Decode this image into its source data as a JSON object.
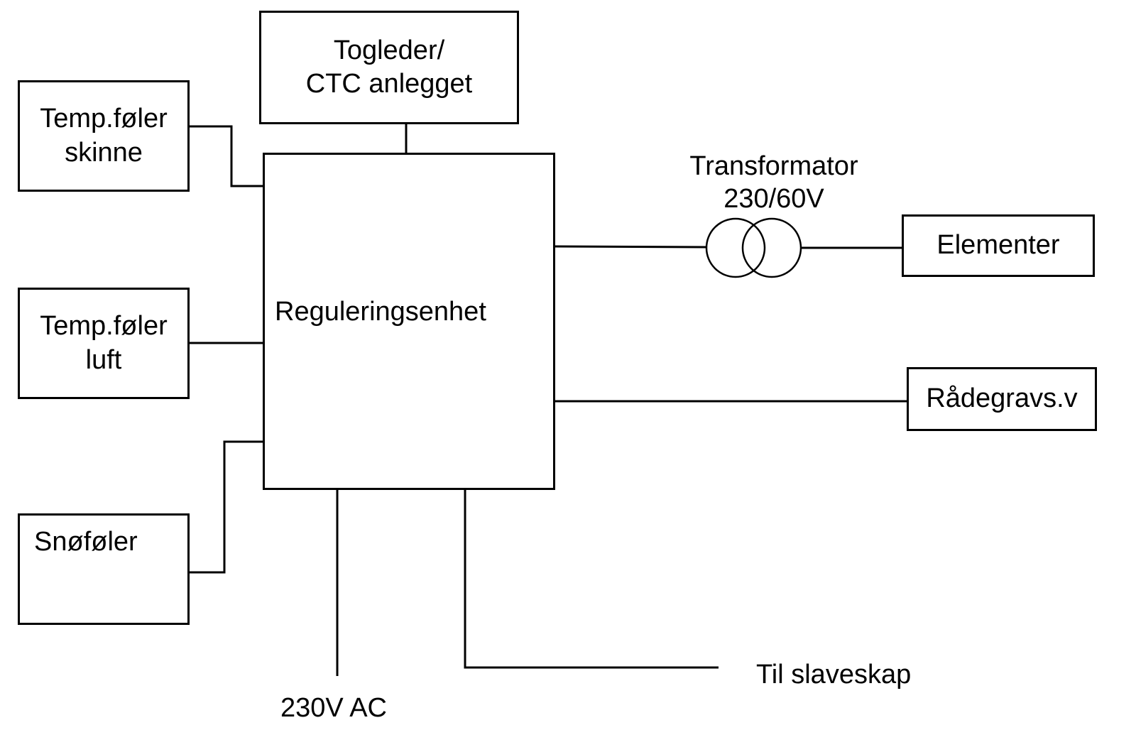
{
  "diagram": {
    "boxes": {
      "togleder": {
        "line1": "Togleder/",
        "line2": "CTC anlegget"
      },
      "temp_skinne": {
        "line1": "Temp.føler",
        "line2": "skinne"
      },
      "temp_luft": {
        "line1": "Temp.føler",
        "line2": "luft"
      },
      "snofoler": {
        "label": "Snøføler"
      },
      "reguleringsenhet": {
        "label": "Reguleringsenhet"
      },
      "elementer": {
        "label": "Elementer"
      },
      "radegravs": {
        "label": "Rådegravs.v"
      }
    },
    "labels": {
      "transformator_line1": "Transformator",
      "transformator_line2": "230/60V",
      "til_slaveskap": "Til slaveskap",
      "power_230vac": "230V AC"
    },
    "colors": {
      "line": "#000000",
      "background": "#ffffff"
    }
  }
}
